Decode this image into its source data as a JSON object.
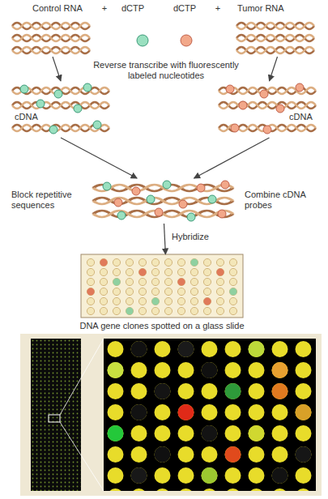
{
  "diagram": {
    "nodes": [
      {
        "text": [
          "Control RNA"
        ]
      },
      {
        "text": [
          "Tumor RNA"
        ]
      },
      {
        "text": [
          "cDNA"
        ]
      },
      {
        "text": [
          "cDNA"
        ]
      },
      {
        "text": [
          "Block repetitive sequences",
          "Combine cDNA probes"
        ]
      },
      {
        "text": [
          "DNA gene clones spotted on a glass slide"
        ]
      }
    ],
    "edges": [
      {
        "from": 0,
        "to": 2,
        "arrow": "to"
      },
      {
        "from": 1,
        "to": 3,
        "arrow": "to"
      },
      {
        "from": 2,
        "to": 4,
        "arrow": "to"
      },
      {
        "from": 3,
        "to": 4,
        "arrow": "to"
      },
      {
        "from": 4,
        "to": 5,
        "arrow": "to",
        "label": "Hybridize"
      }
    ],
    "labels": [
      "+",
      "dCTP",
      "dCTP",
      "+",
      "Reverse transcribe with fluorescently labeled nucleotides"
    ]
  }
}
